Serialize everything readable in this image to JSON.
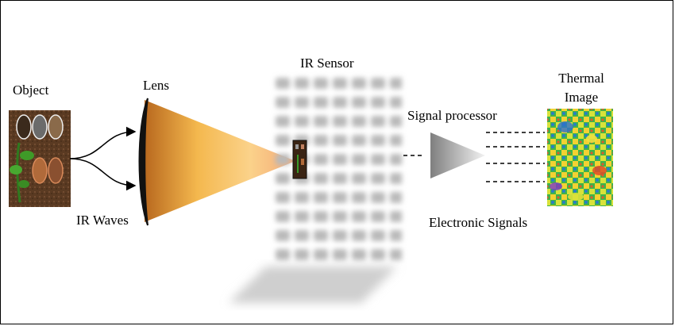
{
  "labels": {
    "object": "Object",
    "lens": "Lens",
    "ir_waves": "IR Waves",
    "ir_sensor": "IR Sensor",
    "signal_processor": "Signal processor",
    "thermal_image_line1": "Thermal",
    "thermal_image_line2": "Image",
    "electronic_signals": "Electronic Signals"
  },
  "colors": {
    "border": "#000000",
    "lens": "#111111",
    "cone_start": "#c87a2a",
    "cone_mid": "#f7c35e",
    "cone_end": "#f5b27a",
    "sensor_cell": "#bdbdbd",
    "shadow": "#d8d8d8",
    "processor_light": "#f0f0f0",
    "processor_dark": "#7a7a7a"
  },
  "icons": {
    "object_photo": "soil-and-plant-pots-photo",
    "thermal_photo": "thermal-heatmap-image",
    "sensor_chip": "small-object-projection"
  }
}
